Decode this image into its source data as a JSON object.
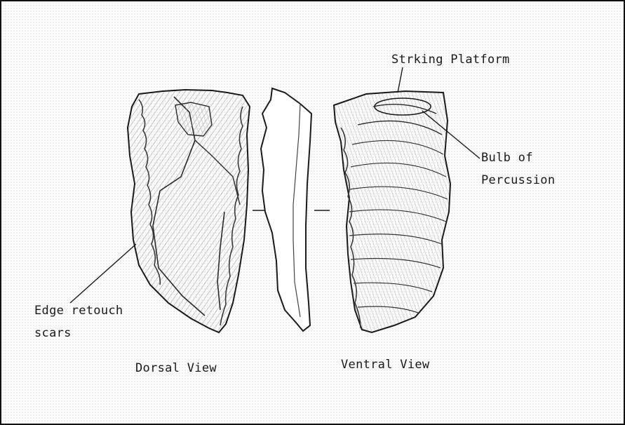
{
  "labels": {
    "striking_platform": "Strking Platform",
    "bulb_line1": "Bulb of",
    "bulb_line2": "Percussion",
    "edge_line1": "Edge retouch",
    "edge_line2": "scars",
    "dorsal_view": "Dorsal View",
    "ventral_view": "Ventral View"
  },
  "colors": {
    "ink": "#1a1a1a",
    "paper": "#fbfbfb"
  }
}
